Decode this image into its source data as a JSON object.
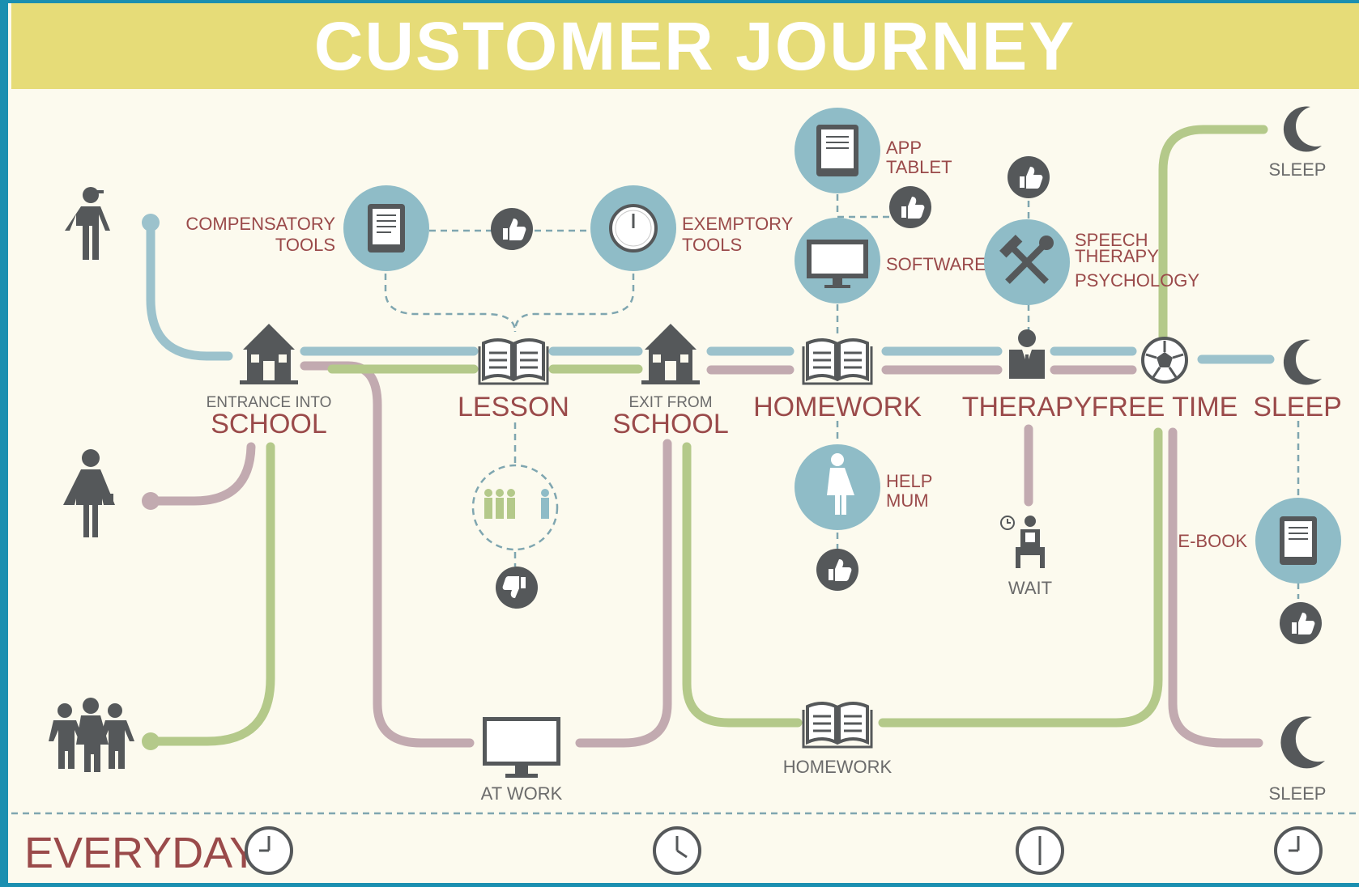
{
  "title": "CUSTOMER JOURNEY",
  "stages": {
    "entrance": {
      "small": "ENTRANCE INTO",
      "big": "SCHOOL"
    },
    "lesson": {
      "big": "LESSON"
    },
    "exit": {
      "small": "EXIT FROM",
      "big": "SCHOOL"
    },
    "homework": {
      "big": "HOMEWORK"
    },
    "therapy": {
      "big": "THERAPY"
    },
    "free_time": {
      "big": "FREE TIME"
    },
    "sleep": {
      "big": "SLEEP"
    }
  },
  "callouts": {
    "compensatory": [
      "COMPENSATORY",
      "TOOLS"
    ],
    "exemptory": [
      "EXEMPTORY",
      "TOOLS"
    ],
    "app_tablet": [
      "APP",
      "TABLET"
    ],
    "software": "SOFTWARE",
    "speech": [
      "SPEECH",
      "THERAPY",
      "PSYCHOLOGY"
    ],
    "help_mum": [
      "HELP",
      "MUM"
    ],
    "ebook": "E-BOOK",
    "wait": "WAIT",
    "at_work": "AT WORK",
    "homework_bottom": "HOMEWORK",
    "sleep_top": "SLEEP",
    "sleep_bottom": "SLEEP"
  },
  "footer": {
    "label": "EVERYDAY"
  },
  "colors": {
    "banner": "#e6dc78",
    "background": "#fcfaee",
    "frame": "#1b8fb0",
    "circle": "#8fbcc7",
    "icon": "#55585a",
    "text_red": "#9a4a4a",
    "line_blue": "#9cc2cc",
    "line_pink": "#c2aab0",
    "line_green": "#b4c98a"
  },
  "icons": [
    "child-icon",
    "mother-icon",
    "family-icon",
    "school-icon",
    "book-icon",
    "tablet-icon",
    "clock-icon",
    "thumbs-up-icon",
    "thumbs-down-icon",
    "monitor-icon",
    "woman-icon",
    "tools-icon",
    "therapist-icon",
    "soccer-ball-icon",
    "moon-icon",
    "waiting-person-icon",
    "group-icon"
  ]
}
